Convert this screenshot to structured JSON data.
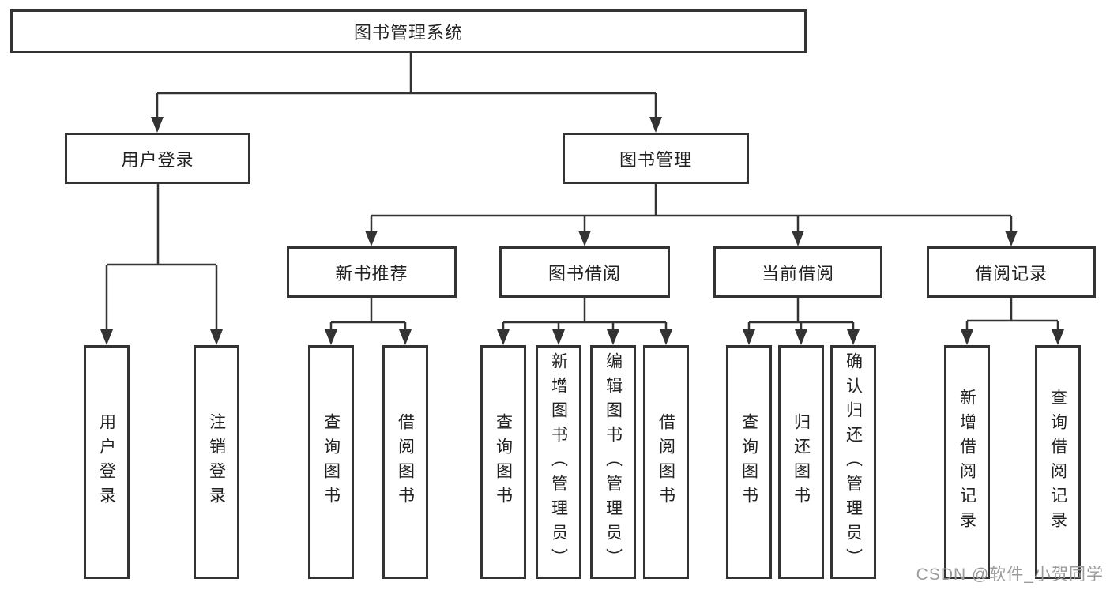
{
  "tree": {
    "root": {
      "label": "图书管理系统",
      "children": [
        {
          "label": "用户登录",
          "children": [
            {
              "label": "用户登录"
            },
            {
              "label": "注销登录"
            }
          ]
        },
        {
          "label": "图书管理",
          "children": [
            {
              "label": "新书推荐",
              "children": [
                {
                  "label": "查询图书"
                },
                {
                  "label": "借阅图书"
                }
              ]
            },
            {
              "label": "图书借阅",
              "children": [
                {
                  "label": "查询图书"
                },
                {
                  "label": "新增图书（管理员）"
                },
                {
                  "label": "编辑图书（管理员）"
                },
                {
                  "label": "借阅图书"
                }
              ]
            },
            {
              "label": "当前借阅",
              "children": [
                {
                  "label": "查询图书"
                },
                {
                  "label": "归还图书"
                },
                {
                  "label": "确认归还（管理员）"
                }
              ]
            },
            {
              "label": "借阅记录",
              "children": [
                {
                  "label": "新增借阅记录"
                },
                {
                  "label": "查询借阅记录"
                }
              ]
            }
          ]
        }
      ]
    }
  },
  "watermark": {
    "text": "CSDN @软件_小贺同学",
    "color": "#9b9b9b"
  },
  "colors": {
    "line": "#333333",
    "text": "#222222",
    "background": "#ffffff"
  }
}
